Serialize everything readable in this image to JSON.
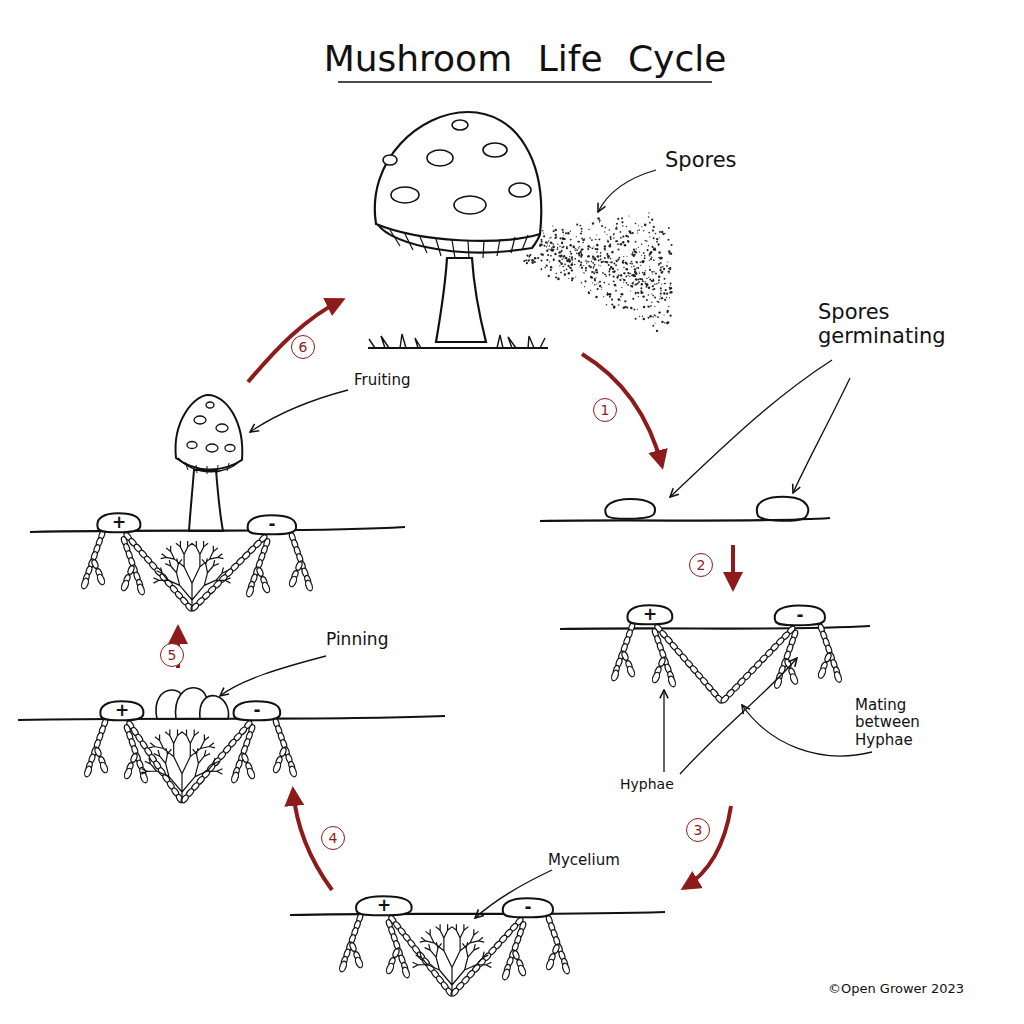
{
  "diagram": {
    "title": "Mushroom Life Cycle",
    "nodes": [
      {
        "text": [
          "+"
        ]
      },
      {
        "text": [
          "-"
        ]
      },
      {
        "text": [
          "+"
        ]
      },
      {
        "text": [
          "-"
        ]
      },
      {
        "text": [
          "+"
        ]
      },
      {
        "text": [
          "-"
        ]
      },
      {
        "text": [
          "+"
        ]
      },
      {
        "text": [
          "-"
        ]
      }
    ],
    "labels": [
      "Spores",
      "Spores germinating",
      "Fruiting",
      "Pinning",
      "Mating between Hyphae",
      "Hyphae",
      "Mycelium",
      "1",
      "2",
      "3",
      "4",
      "5",
      "6",
      "©Open Grower 2023"
    ]
  }
}
